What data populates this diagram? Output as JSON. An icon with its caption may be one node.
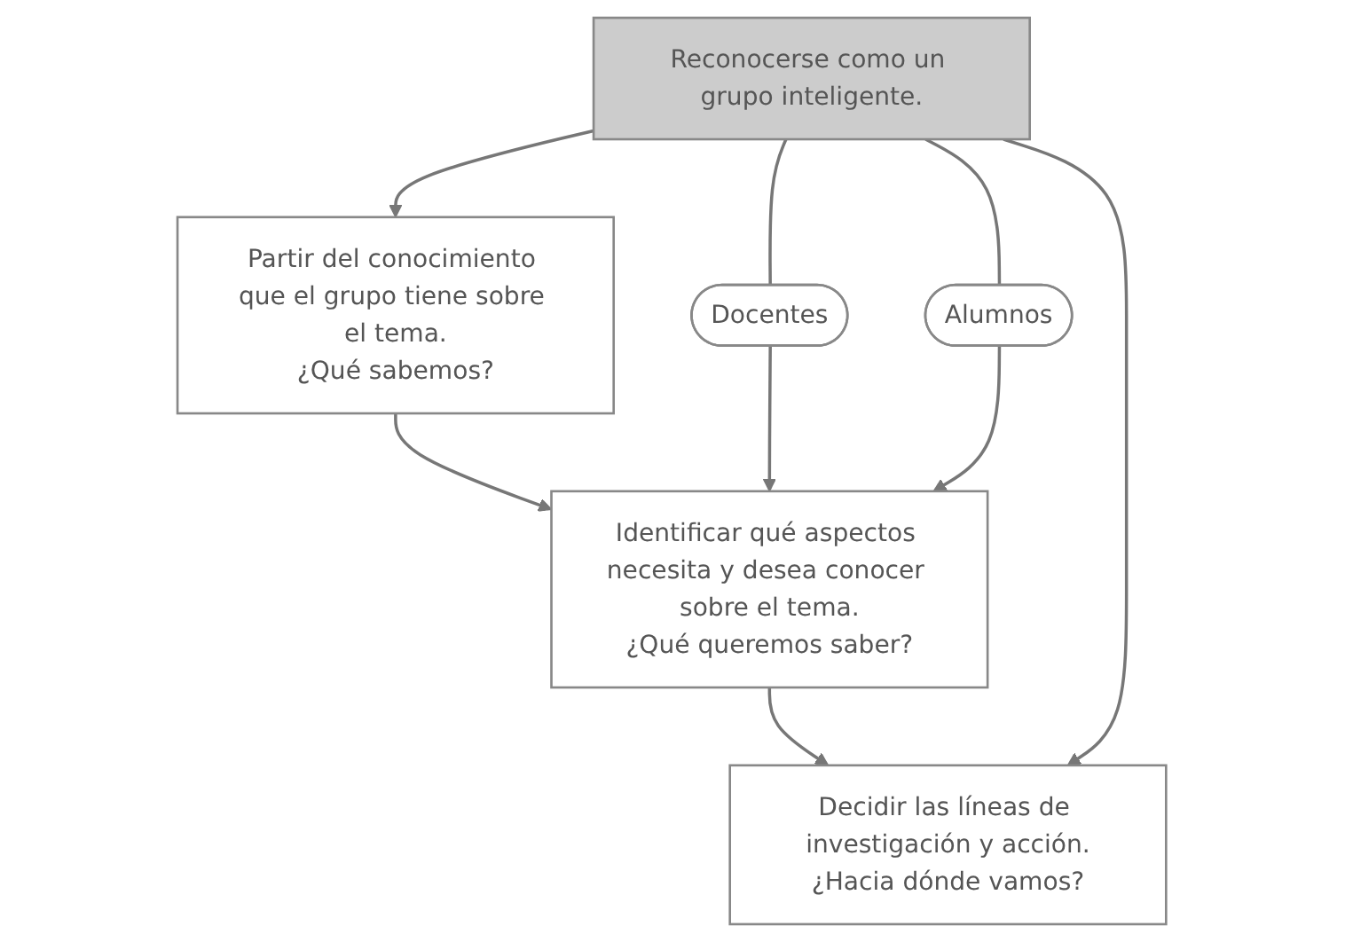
{
  "diagram": {
    "nodes": [
      {
        "text": [
          "Partir del conocimiento que el grupo tiene sobre el tema.",
          "¿Qué sabemos?"
        ]
      },
      {
        "text": [
          "Reconocerse como un grupo inteligente."
        ]
      },
      {
        "text": [
          "Identificar qué aspectos necesita y desea conocer sobre el tema.",
          "¿Qué queremos saber?"
        ]
      },
      {
        "text": [
          "Docentes"
        ]
      },
      {
        "text": [
          "Alumnos"
        ]
      },
      {
        "text": [
          "Decidir las líneas de investigación y acción.",
          "¿Hacia dónde vamos?"
        ]
      }
    ],
    "edges": [
      {
        "from": 1,
        "to": 0,
        "arrow": "to"
      },
      {
        "from": 0,
        "to": 2,
        "arrow": "to"
      },
      {
        "from": 3,
        "to": 2,
        "arrow": "to"
      },
      {
        "from": 4,
        "to": 2,
        "arrow": "to"
      },
      {
        "from": 2,
        "to": 5,
        "arrow": "to"
      },
      {
        "from": 1,
        "to": 3,
        "arrow": "none"
      },
      {
        "from": 1,
        "to": 4,
        "arrow": "none"
      },
      {
        "from": 1,
        "to": 5,
        "arrow": "to"
      }
    ]
  }
}
